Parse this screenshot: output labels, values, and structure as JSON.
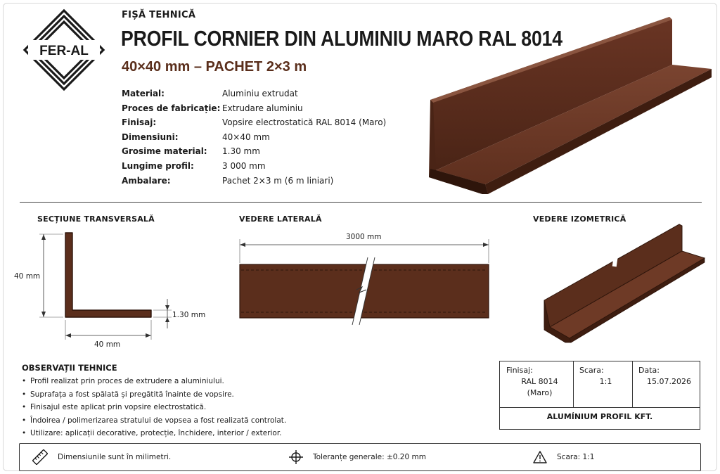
{
  "brand": {
    "logo_text": "FER-AL"
  },
  "header": {
    "kicker": "FIȘĂ TEHNICĂ",
    "title": "PROFIL CORNIER DIN ALUMINIU MARO RAL 8014",
    "subtitle": "40×40 mm – PACHET 2×3 m"
  },
  "specs": [
    {
      "label": "Material:",
      "value": "Aluminiu extrudat"
    },
    {
      "label": "Proces de fabricație:",
      "value": "Extrudare aluminiu"
    },
    {
      "label": "Finisaj:",
      "value": "Vopsire electrostatică RAL 8014 (Maro)"
    },
    {
      "label": "Dimensiuni:",
      "value": "40×40 mm"
    },
    {
      "label": "Grosime material:",
      "value": "1.30 mm"
    },
    {
      "label": "Lungime profil:",
      "value": "3 000 mm"
    },
    {
      "label": "Ambalare:",
      "value": "Pachet 2×3 m (6 m liniari)"
    }
  ],
  "views": {
    "cross_section": {
      "title": "SECȚIUNE TRANSVERSALĂ",
      "height_label": "40 mm",
      "width_label": "40 mm",
      "thickness_label": "1.30 mm"
    },
    "side": {
      "title": "VEDERE LATERALĂ",
      "length_label": "3000 mm"
    },
    "iso": {
      "title": "VEDERE IZOMETRICĂ"
    }
  },
  "notes": {
    "title": "OBSERVAȚII TEHNICE",
    "items": [
      "Profil realizat prin proces de extrudere a aluminiului.",
      "Suprafața a fost spălată și pregătită înainte de vopsire.",
      "Finisajul este aplicat prin vopsire electrostatică.",
      "Îndoirea / polimerizarea stratului de vopsea a fost realizată controlat.",
      "Utilizare: aplicații decorative, protecție, închidere, interior / exterior."
    ]
  },
  "title_block": {
    "finish_label": "Finisaj:",
    "finish_value_1": "RAL 8014",
    "finish_value_2": "(Maro)",
    "scale_label": "Scara:",
    "scale_value": "1:1",
    "date_label": "Data:",
    "date_value": "15.07.2026",
    "company": "ALUMÍNIUM PROFIL KFT."
  },
  "footer": {
    "units": "Dimensiunile sunt în milimetri.",
    "tolerance": "Toleranțe generale: ±0.20 mm",
    "scale": "Scara: 1:1"
  },
  "colors": {
    "profile_brown": "#5b2e1c",
    "profile_dark": "#3e1d10",
    "profile_light": "#7a4430",
    "accent_text": "#5a2e1b"
  },
  "icons": [
    "ruler-icon",
    "crosshair-icon",
    "warning-icon"
  ]
}
